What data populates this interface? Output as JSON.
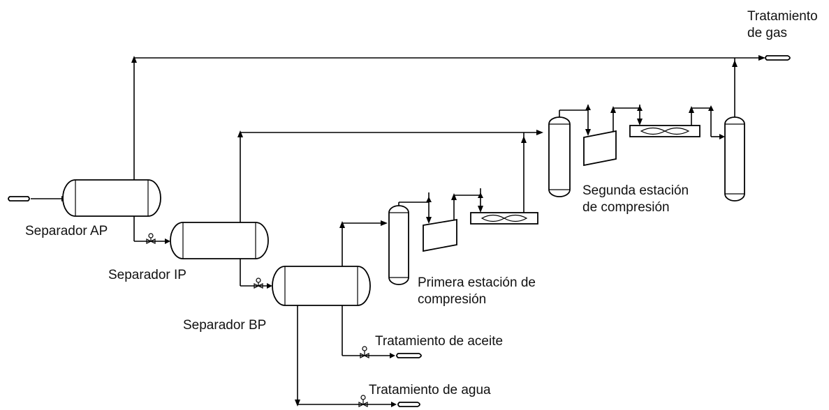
{
  "labels": {
    "gas_treatment_line1": "Tratamiento",
    "gas_treatment_line2": "de gas",
    "sep_hp": "Separador AP",
    "sep_ip": "Separador IP",
    "sep_lp": "Separador BP",
    "first_station_line1": "Primera estación de",
    "first_station_line2": "compresión",
    "second_station_line1": "Segunda estación",
    "second_station_line2": "de compresión",
    "oil_treatment": "Tratamiento de aceite",
    "water_treatment": "Tratamiento de agua"
  }
}
